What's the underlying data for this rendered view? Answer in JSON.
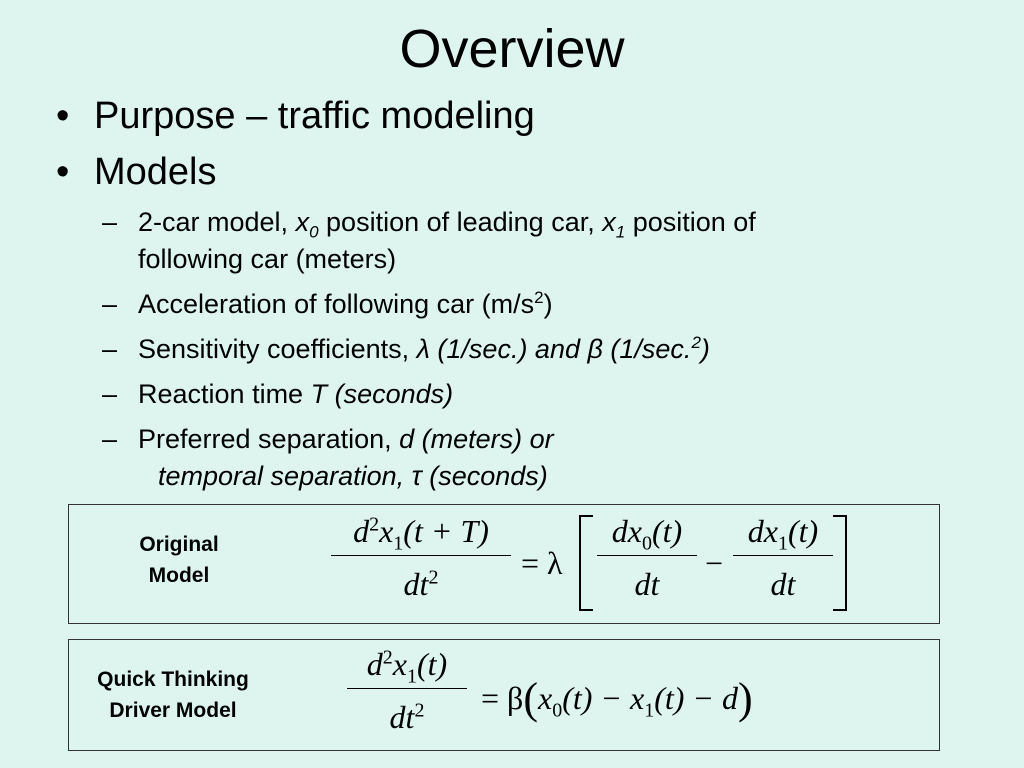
{
  "slide": {
    "title": "Overview",
    "bullets": [
      {
        "text": "Purpose – traffic modeling"
      },
      {
        "text": "Models"
      }
    ],
    "sub_bullets": {
      "model_2car": {
        "prefix": "2-car model, ",
        "x0": "x",
        "x0_sub": "0",
        "mid": " position of leading car, ",
        "x1": "x",
        "x1_sub": "1",
        "end": " position of",
        "line2": "following car (meters)"
      },
      "acceleration": {
        "text": "Acceleration of following car (m/s",
        "sup": "2",
        "end": ")"
      },
      "sensitivity": {
        "prefix": "Sensitivity coefficients, ",
        "italic": "λ (1/sec.) and β (1/sec.",
        "sup": "2",
        "end": ")"
      },
      "reaction": {
        "prefix": "Reaction time ",
        "italic": "T (seconds)"
      },
      "separation": {
        "prefix": "Preferred separation, ",
        "italic": "d (meters) or",
        "line2": "temporal separation, τ (seconds)"
      }
    }
  },
  "original_model": {
    "label_line1": "Original",
    "label_line2": "Model",
    "lhs_num_d": "d",
    "lhs_num_sup": "2",
    "lhs_num_x": "x",
    "lhs_num_sub": "1",
    "lhs_num_arg": "(t + T)",
    "lhs_den": "dt",
    "lhs_den_sup": "2",
    "eq": "= λ",
    "f1_num": "dx",
    "f1_num_sub": "0",
    "f1_num_arg": "(t)",
    "f1_den": "dt",
    "minus": "−",
    "f2_num": "dx",
    "f2_num_sub": "1",
    "f2_num_arg": "(t)",
    "f2_den": "dt"
  },
  "quick_model": {
    "label_line1": "Quick Thinking",
    "label_line2": "Driver Model",
    "lhs_num_d": "d",
    "lhs_num_sup": "2",
    "lhs_num_x": "x",
    "lhs_num_sub": "1",
    "lhs_num_arg": "(t)",
    "lhs_den": "dt",
    "lhs_den_sup": "2",
    "rhs_eq": "= β",
    "rhs_open": "(",
    "rhs_x0": "x",
    "rhs_x0_sub": "0",
    "rhs_x0_arg": "(t) − ",
    "rhs_x1": "x",
    "rhs_x1_sub": "1",
    "rhs_x1_arg": "(t) − d",
    "rhs_close": ")"
  }
}
